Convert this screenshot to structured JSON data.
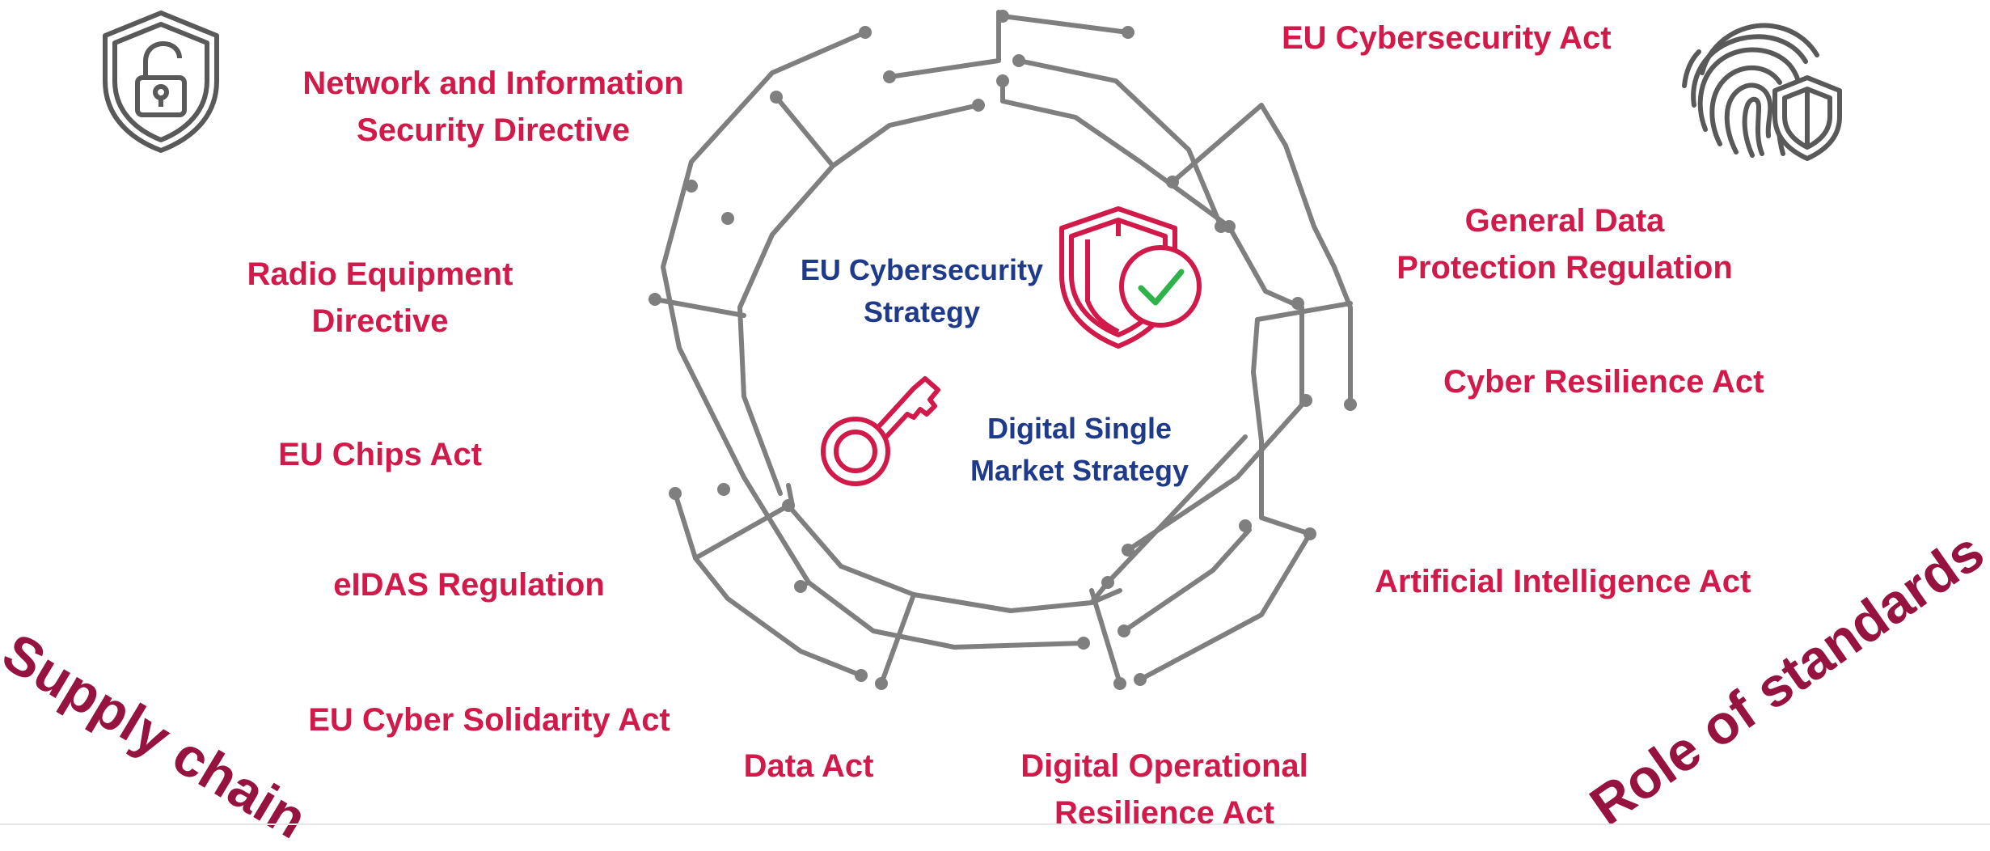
{
  "center": {
    "strategy_1": [
      "EU Cybersecurity",
      "Strategy"
    ],
    "strategy_2": [
      "Digital Single",
      "Market Strategy"
    ]
  },
  "labels": {
    "nis": [
      "Network and Information",
      "Security Directive"
    ],
    "cyber_act": [
      "EU Cybersecurity Act"
    ],
    "gdpr": [
      "General Data",
      "Protection Regulation"
    ],
    "red": [
      "Radio Equipment",
      "Directive"
    ],
    "cra": [
      "Cyber Resilience Act"
    ],
    "chips": [
      "EU Chips Act"
    ],
    "ai_act": [
      "Artificial Intelligence Act"
    ],
    "eidas": [
      "eIDAS Regulation"
    ],
    "solidarity": [
      "EU Cyber Solidarity Act"
    ],
    "data_act": [
      "Data Act"
    ],
    "dora": [
      "Digital Operational",
      "Resilience Act"
    ]
  },
  "corners": {
    "left": "Supply chain",
    "right": "Role of standards"
  },
  "colors": {
    "label": "#d11a4a",
    "center": "#1f3a8a",
    "corner": "#96123f",
    "circuit": "#7f7f7f",
    "icon": "#595959",
    "check": "#2db34a"
  },
  "icons": [
    "padlock-shield-icon",
    "fingerprint-shield-icon",
    "shield-check-icon",
    "key-icon"
  ]
}
